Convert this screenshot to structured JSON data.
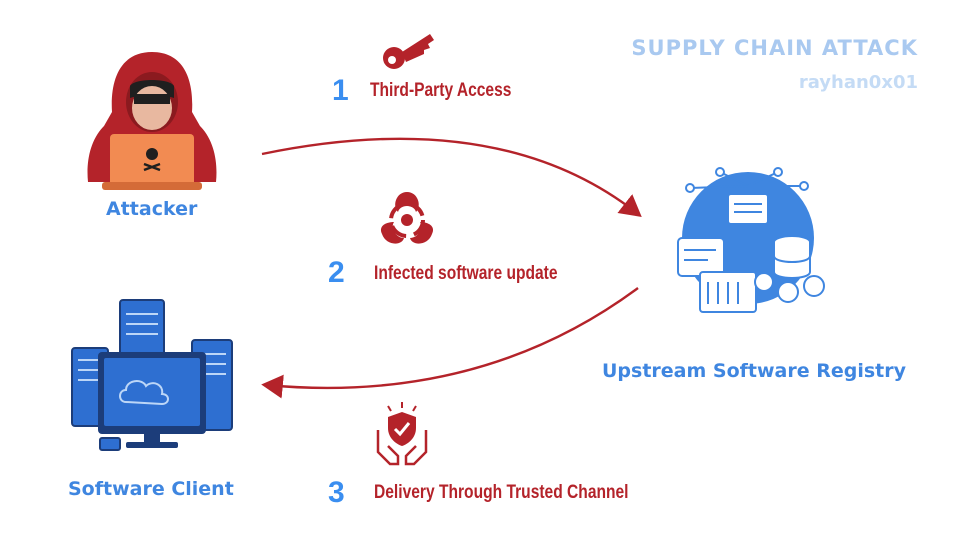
{
  "header": {
    "title": "SUPPLY CHAIN ATTACK",
    "author": "rayhan0x01"
  },
  "nodes": {
    "attacker": {
      "label": "Attacker",
      "icon": "hooded-hacker-icon"
    },
    "registry": {
      "label": "Upstream Software Registry",
      "icon": "network-registry-icon"
    },
    "client": {
      "label": "Software Client",
      "icon": "servers-computer-icon"
    }
  },
  "steps": [
    {
      "number": "1",
      "label": "Third-Party Access",
      "icon": "key-icon"
    },
    {
      "number": "2",
      "label": "Infected software update",
      "icon": "biohazard-icon"
    },
    {
      "number": "3",
      "label": "Delivery Through Trusted Channel",
      "icon": "shield-hands-icon"
    }
  ],
  "colors": {
    "accent_blue": "#3f86e0",
    "step_red": "#b4232a",
    "title_blue": "#a9c9f0"
  }
}
